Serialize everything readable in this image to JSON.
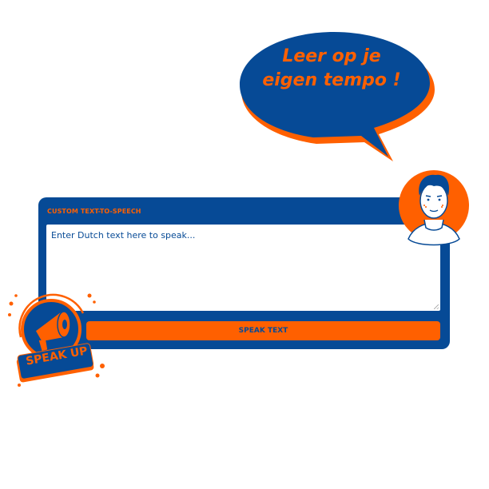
{
  "speech_bubble": {
    "line1": "Leer op je",
    "line2": "eigen tempo !"
  },
  "tts_panel": {
    "title": "CUSTOM TEXT-TO-SPEECH",
    "textarea": {
      "value": "",
      "placeholder": "Enter Dutch text here to speak..."
    },
    "button_label": "SPEAK TEXT"
  },
  "badge": {
    "label": "SPEAK UP"
  },
  "colors": {
    "primary_blue": "#064a96",
    "accent_orange": "#ff6000",
    "background": "#ffffff"
  }
}
